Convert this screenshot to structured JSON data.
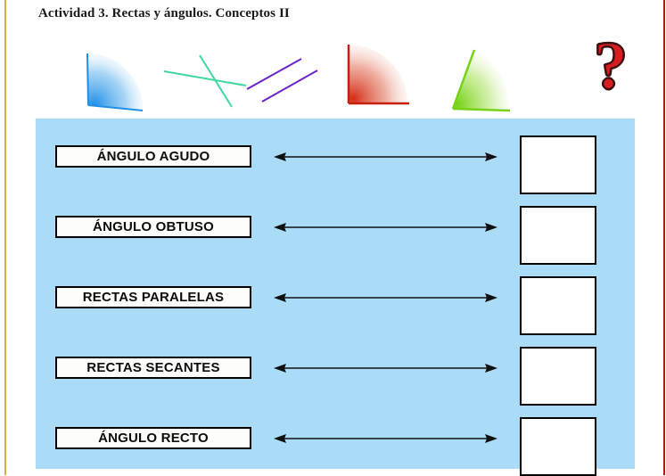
{
  "page": {
    "title": "Actividad 3. Rectas y ángulos. Conceptos II",
    "panel_color": "#aadcf8",
    "left_rule_color": "#d6a94a",
    "right_rule_color": "#b01818"
  },
  "figures": [
    {
      "name": "blue-angle-figure",
      "kind": "angle-fan",
      "color": "#1e90e8",
      "description": "ángulo azul con sector sombreado"
    },
    {
      "name": "green-secants-figure",
      "kind": "intersecting-lines",
      "color": "#3fd9a0",
      "description": "dos rectas verdes que se cortan"
    },
    {
      "name": "purple-parallels-figure",
      "kind": "parallel-lines",
      "color": "#6a24c8",
      "description": "dos rectas moradas paralelas"
    },
    {
      "name": "red-right-angle-figure",
      "kind": "right-angle",
      "color": "#d42d16",
      "description": "ángulo recto rojo"
    },
    {
      "name": "green-acute-figure",
      "kind": "angle-fan",
      "color": "#76d216",
      "description": "ángulo agudo verde"
    },
    {
      "name": "question-mark",
      "kind": "glyph",
      "color": "#d61d20",
      "glyph": "?"
    }
  ],
  "rows": [
    {
      "term": "ÁNGULO AGUDO",
      "answer": ""
    },
    {
      "term": "ÁNGULO OBTUSO",
      "answer": ""
    },
    {
      "term": "RECTAS PARALELAS",
      "answer": ""
    },
    {
      "term": "RECTAS SECANTES",
      "answer": ""
    },
    {
      "term": "ÁNGULO RECTO",
      "answer": ""
    }
  ]
}
